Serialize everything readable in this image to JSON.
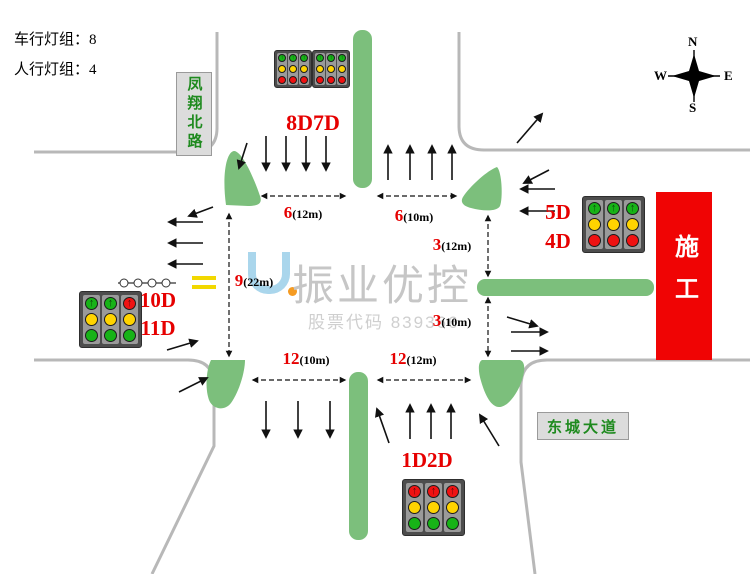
{
  "header": {
    "vehicle_groups": "车行灯组：8",
    "pedestrian_groups": "人行灯组：4"
  },
  "compass": {
    "north": "N",
    "south": "S",
    "west": "W",
    "east": "E"
  },
  "road_signs": {
    "north_road": "凤翔北路",
    "east_road": "东城大道"
  },
  "construction_label": "施工",
  "watermark": {
    "brand": "振业优控",
    "stock": "股票代码 839366"
  },
  "signal_group_labels": [
    {
      "text": "8D7D"
    },
    {
      "text": "5D"
    },
    {
      "text": "4D"
    },
    {
      "text": "10D"
    },
    {
      "text": "11D"
    },
    {
      "text": "1D2D"
    }
  ],
  "measurements": [
    {
      "value": "6",
      "detail": "(12m)"
    },
    {
      "value": "6",
      "detail": "(10m)"
    },
    {
      "value": "3",
      "detail": "(12m)"
    },
    {
      "value": "9",
      "detail": "(22m)"
    },
    {
      "value": "3",
      "detail": "(10m)"
    },
    {
      "value": "12",
      "detail": "(10m)"
    },
    {
      "value": "12",
      "detail": "(12m)"
    }
  ],
  "signal_heads": [
    {
      "id": "north-a",
      "rows": [
        [
          "g^",
          "g^",
          "g^"
        ],
        [
          "y",
          "y",
          "y"
        ],
        [
          "r",
          "r",
          "r"
        ]
      ]
    },
    {
      "id": "north-b",
      "rows": [
        [
          "g^",
          "g^",
          "g^"
        ],
        [
          "y",
          "y",
          "y"
        ],
        [
          "r",
          "r",
          "r"
        ]
      ]
    },
    {
      "id": "east",
      "rows": [
        [
          "g^",
          "g^",
          "g^"
        ],
        [
          "y",
          "y",
          "y"
        ],
        [
          "r",
          "r",
          "r"
        ]
      ]
    },
    {
      "id": "west",
      "rows": [
        [
          "g^",
          "g^",
          "r^"
        ],
        [
          "y",
          "y",
          "y"
        ],
        [
          "g",
          "g",
          "g"
        ]
      ]
    },
    {
      "id": "south",
      "rows": [
        [
          "r^",
          "r^",
          "r^"
        ],
        [
          "y",
          "y",
          "y"
        ],
        [
          "g",
          "g",
          "g"
        ]
      ]
    }
  ],
  "colors": {
    "road_edge": "#b8b8b8",
    "island_green": "#7cbf7c",
    "label_red": "#e60000",
    "construction_red": "#f00404",
    "sign_green": "#1e8a1e",
    "light_green": "#17b317",
    "light_yellow": "#ffd400",
    "light_red": "#ef1212",
    "watermark_gray": "#c6c6c6"
  }
}
